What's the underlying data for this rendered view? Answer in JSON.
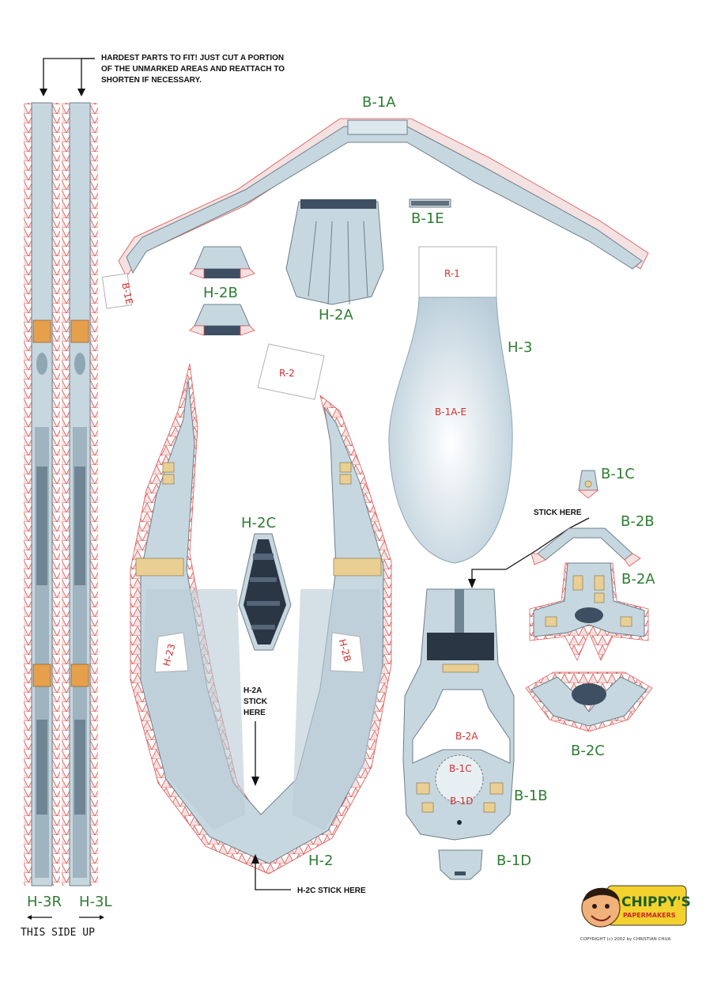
{
  "notes": {
    "hardest_parts": [
      "HARDEST PARTS TO FIT! JUST CUT A PORTION",
      "OF THE UNMARKED AREAS  AND REATTACH TO",
      "SHORTEN IF NECESSARY."
    ],
    "stick_here": "STICK HERE",
    "h2a_stick": [
      "H-2A",
      "STICK",
      "HERE"
    ],
    "h2c_stick": "H-2C STICK HERE",
    "this_side_up": "THIS SIDE UP"
  },
  "parts": {
    "b1a": "B-1A",
    "b1e": "B-1E",
    "b1e_tab": "B-1E",
    "h2b": "H-2B",
    "h2a": "H-2A",
    "r1": "R-1",
    "h3": "H-3",
    "b1ae": "B-1A-E",
    "r2": "R-2",
    "h2c": "H-2C",
    "b1c": "B-1C",
    "b2b": "B-2B",
    "b2a": "B-2A",
    "b2c": "B-2C",
    "h23": "H-23",
    "h2b_inner": "H-2B",
    "b2a_inner": "B-2A",
    "b1c_inner": "B-1C",
    "b1d_inner": "B-1D",
    "b1b": "B-1B",
    "b1d": "B-1D",
    "h2": "H-2",
    "h3r": "H-3R",
    "h3l": "H-3L"
  },
  "logo": {
    "name": "CHIPPY'S",
    "sub": "PAPERMAKERS",
    "copyright": "COPYRIGHT (c) 2002 by CHRISTIAN CHUA"
  },
  "colors": {
    "hull": "#c7d7e0",
    "label_green": "#2e7d32",
    "label_red": "#d32f2f",
    "tab_outline": "#d9534f"
  }
}
